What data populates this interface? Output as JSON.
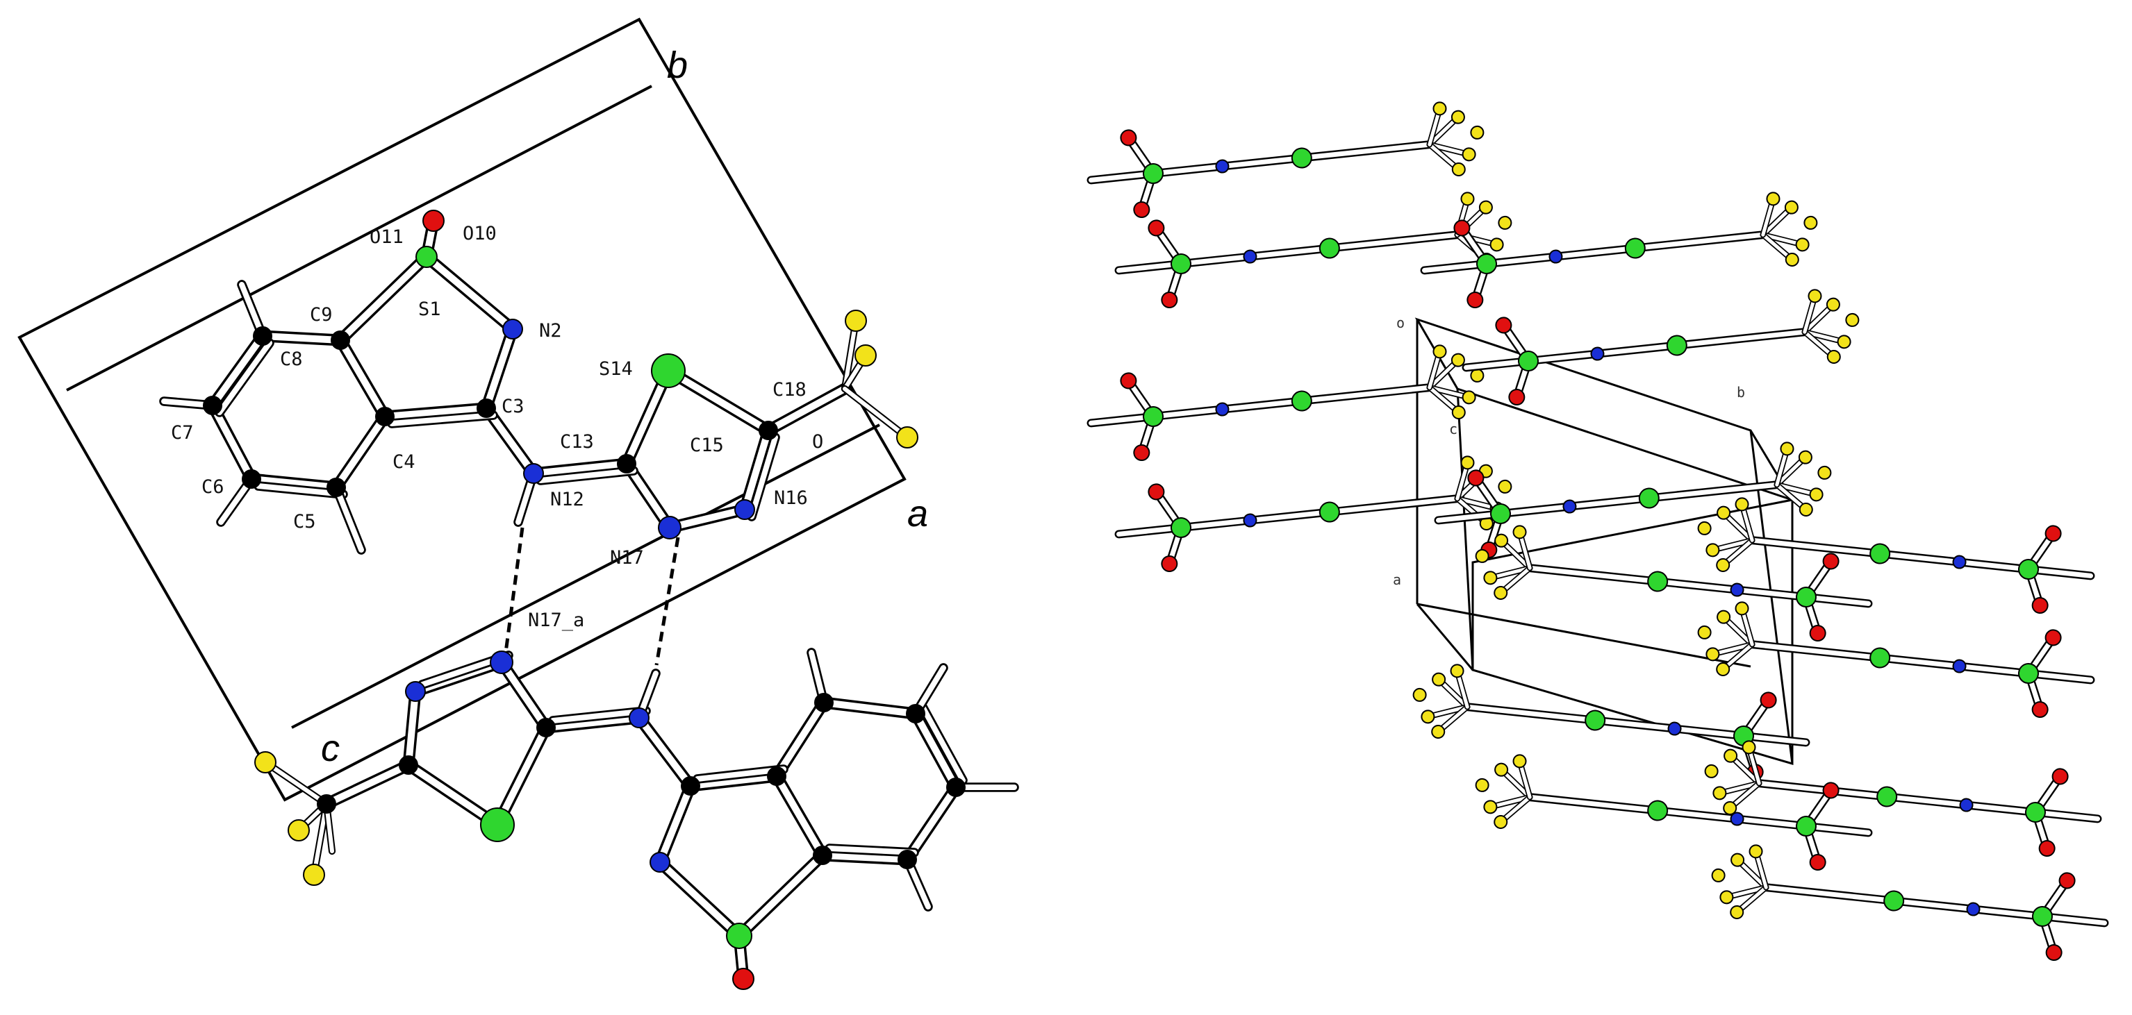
{
  "left_panel": {
    "atom_labels": {
      "O11": "O11",
      "O10": "O10",
      "S1": "S1",
      "N2": "N2",
      "C9": "C9",
      "C8": "C8",
      "C7": "C7",
      "C6": "C6",
      "C5": "C5",
      "C4": "C4",
      "C3": "C3",
      "C13": "C13",
      "S14": "S14",
      "C18": "C18",
      "C15": "C15",
      "O": "O",
      "N12": "N12",
      "N16": "N16",
      "N17": "N17",
      "N17_a": "N17_a"
    },
    "axis_labels": {
      "a": "a",
      "b": "b",
      "c": "c"
    }
  },
  "right_panel": {
    "cell_labels": {
      "o": "o",
      "c": "c",
      "b": "b",
      "a": "a"
    }
  },
  "colors": {
    "carbon": "#000000",
    "nitrogen": "#1a2fd6",
    "sulfur": "#2fd62f",
    "oxygen": "#e01010",
    "fluorine": "#f2e21a",
    "bond_fill": "#ffffff"
  }
}
